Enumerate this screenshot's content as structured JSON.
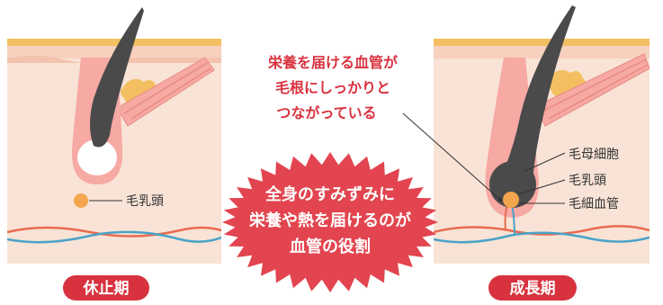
{
  "callout": {
    "lines": [
      "栄養を届ける血管が",
      "毛根にしっかりと",
      "つながっている"
    ]
  },
  "burst": {
    "lines": [
      "全身のすみずみに",
      "栄養や熱を届けるのが",
      "血管の役割"
    ]
  },
  "left_panel": {
    "label": "毛乳頭",
    "stage": "休止期"
  },
  "right_panel": {
    "labels": [
      "毛母細胞",
      "毛乳頭",
      "毛細血管"
    ],
    "stage": "成長期"
  },
  "colors": {
    "skin": "#f6ddd0",
    "skin_top": "#f5c9b5",
    "gold": "#f3bf60",
    "hair": "#4a4a4a",
    "follicle": "#f7a9a3",
    "red": "#d8323f",
    "vessel_red": "#e86a4f",
    "vessel_blue": "#4aa3c8",
    "papilla": "#f3a64d"
  }
}
